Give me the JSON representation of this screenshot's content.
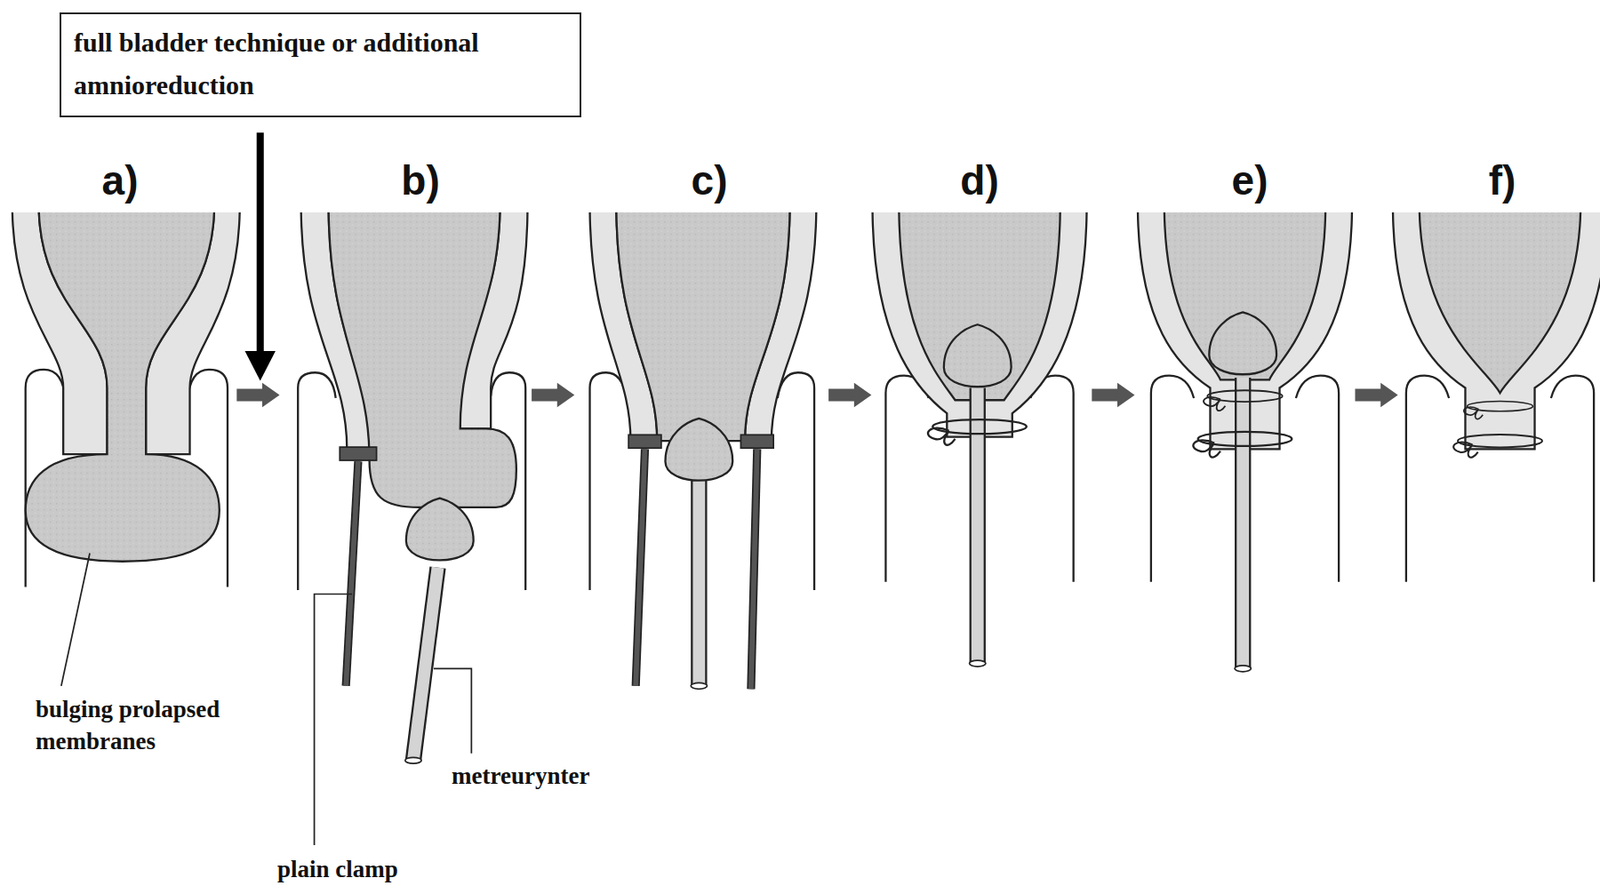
{
  "diagram": {
    "nodes": [
      {
        "text": [
          "full bladder technique or additional amnioreduction"
        ]
      }
    ],
    "labels": [
      "a)",
      "b)",
      "c)",
      "d)",
      "e)",
      "f)",
      "bulging prolapsed membranes",
      "metreurynter",
      "plain clamp"
    ]
  }
}
